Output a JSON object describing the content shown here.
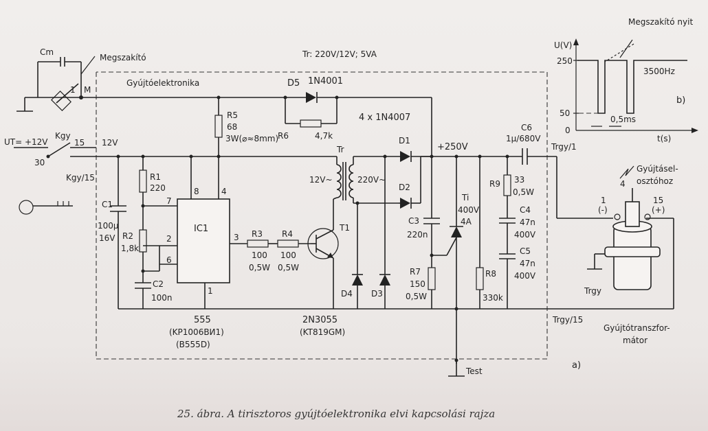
{
  "caption": "25. ábra. A tirisztoros gyújtóelektronika elvi kapcsolási rajza",
  "panel_a": "a)",
  "panel_b": "b)",
  "block_label": "Gyújtóelektronika",
  "transformer_spec": "Tr: 220V/12V; 5VA",
  "breaker": {
    "label": "Megszakító",
    "cap": "Cm",
    "num": "1",
    "node": "M"
  },
  "supply": {
    "ut": "UT= +12V",
    "kgy": "Kgy",
    "kgy15": "Kgy/15",
    "pin15": "15",
    "pin30": "30",
    "v12": "12V"
  },
  "d5": {
    "name": "D5",
    "type": "1N4001"
  },
  "r5": {
    "name": "R5",
    "value": "68",
    "power": "3W(⌀≈8mm)"
  },
  "r6": {
    "name": "R6",
    "value": "4,7k"
  },
  "bridge": {
    "title": "4 x 1N4007",
    "d1": "D1",
    "d2": "D2",
    "d3": "D3",
    "d4": "D4"
  },
  "tr": {
    "name": "Tr",
    "primary": "12V~",
    "secondary": "220V~"
  },
  "hv": "+250V",
  "c1": {
    "name": "C1",
    "value": "100µ",
    "voltage": "16V"
  },
  "r1": {
    "name": "R1",
    "value": "220"
  },
  "r2": {
    "name": "R2",
    "value": "1,8k"
  },
  "c2": {
    "name": "C2",
    "value": "100n"
  },
  "ic": {
    "name": "IC1",
    "pins": [
      "8",
      "4",
      "7",
      "2",
      "6",
      "3",
      "1"
    ],
    "type": "555",
    "type2": "(KP1006BИ1)",
    "type3": "(B555D)"
  },
  "r3": {
    "name": "R3",
    "value": "100",
    "power": "0,5W"
  },
  "r4": {
    "name": "R4",
    "value": "100",
    "power": "0,5W"
  },
  "t1": {
    "name": "T1",
    "type": "2N3055",
    "type2": "(KT819GM)"
  },
  "c3": {
    "name": "C3",
    "value": "220n"
  },
  "r7": {
    "name": "R7",
    "value": "150",
    "power": "0,5W"
  },
  "ti": {
    "name": "Ti",
    "voltage": "400V",
    "current": "4A"
  },
  "r8": {
    "name": "R8",
    "value": "330k"
  },
  "r9": {
    "name": "R9",
    "value": "33",
    "power": "0,5W"
  },
  "c4": {
    "name": "C4",
    "value": "47n",
    "voltage": "400V"
  },
  "c5": {
    "name": "C5",
    "value": "47n",
    "voltage": "400V"
  },
  "c6": {
    "name": "C6",
    "value": "1µ/680V"
  },
  "trgy1": "Trgy/1",
  "trgy15": "Trgy/15",
  "test": "Test",
  "coil": {
    "name": "Trgy",
    "label1": "Gyújtótranszfor-",
    "label2": "mátor",
    "dist1": "Gyújtásel-",
    "dist2": "osztóhoz",
    "t4": "4",
    "t1": "1",
    "t1s": "(-)",
    "t15": "15",
    "t15s": "(+)"
  },
  "chart_data": {
    "type": "line",
    "title": "",
    "ylabel": "U(V)",
    "xlabel": "t(s)",
    "yticks": [
      "250",
      "50",
      "0"
    ],
    "annotations": [
      "Megszakító nyit",
      "3500Hz",
      "0,5ms"
    ],
    "level_v": 250,
    "pulse_low_v": 50
  }
}
